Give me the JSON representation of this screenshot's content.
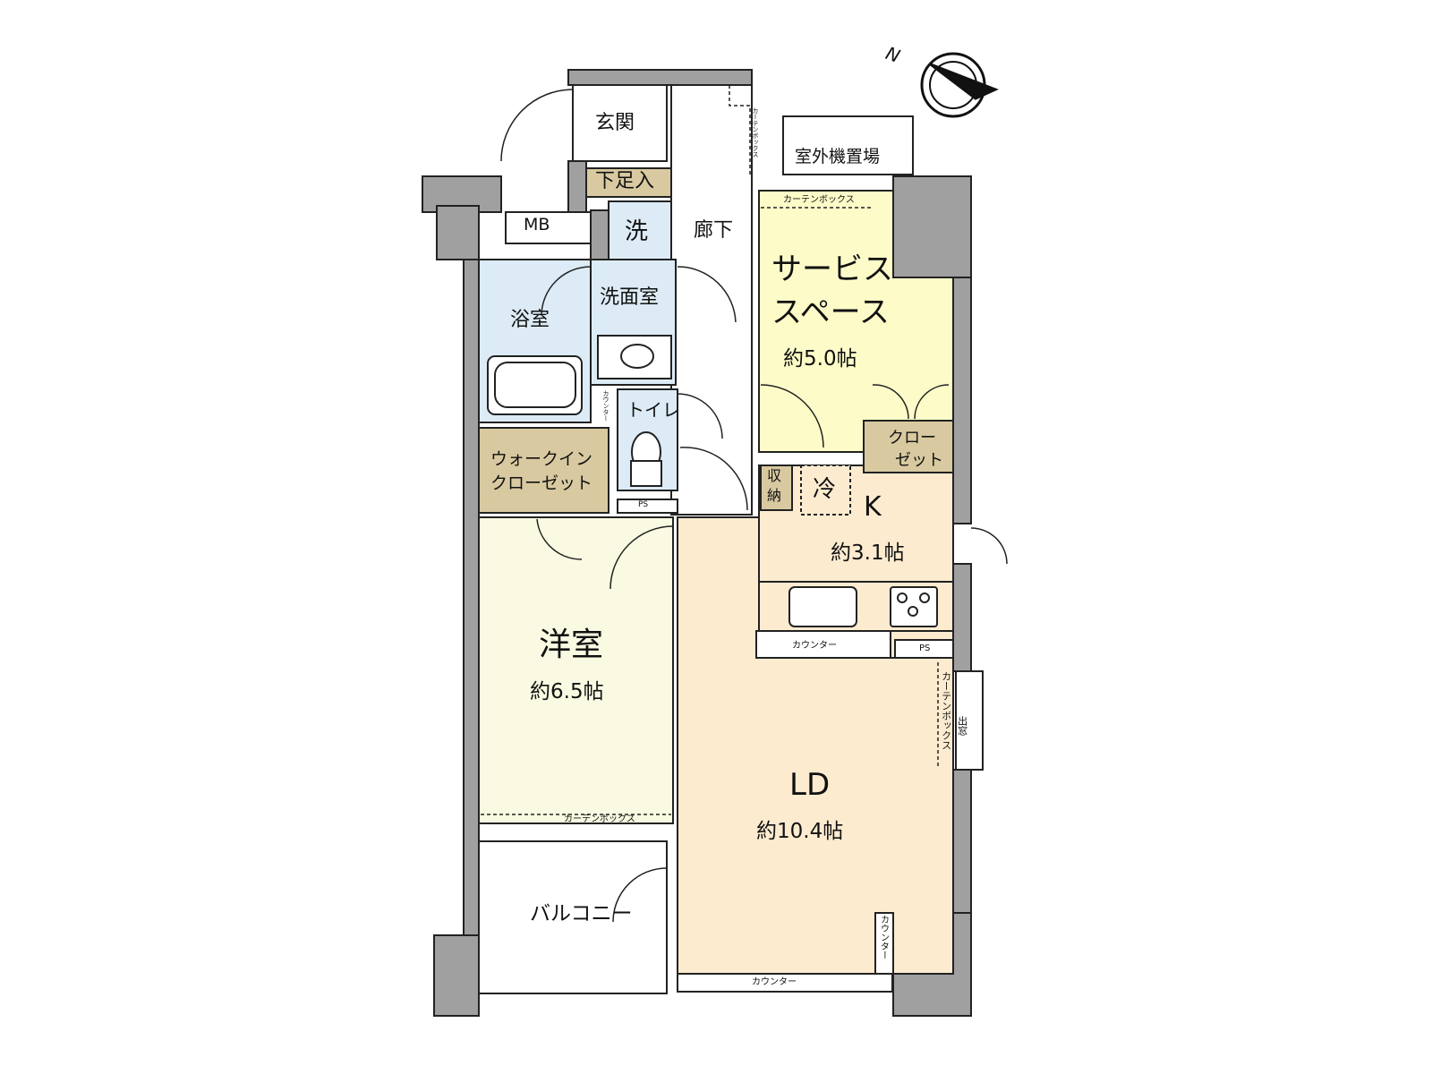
{
  "colors": {
    "wall": "#a0a0a0",
    "water": "#dcebf5",
    "storage": "#d8c9a0",
    "bedroom": "#fafae2",
    "service": "#fdfcc8",
    "living": "#fdebd0"
  },
  "rooms": {
    "genkan": "玄関",
    "shoe": "下足入",
    "mb": "MB",
    "wash": "洗",
    "corridor": "廊下",
    "bath": "浴室",
    "washroom": "洗面室",
    "toilet": "トイレ",
    "wic1": "ウォークイン",
    "wic2": "クローゼット",
    "service1": "サービス",
    "service2": "スペース",
    "service_size": "約5.0帖",
    "closet1": "クロー",
    "closet2": "ゼット",
    "storage1": "収",
    "storage2": "納",
    "fridge": "冷",
    "k": "K",
    "k_size": "約3.1帖",
    "western": "洋室",
    "western_size": "約6.5帖",
    "ld": "LD",
    "ld_size": "約10.4帖",
    "balcony": "バルコニー",
    "outdoor_unit": "室外機置場"
  },
  "labels": {
    "curtain_box": "カーテンボックス",
    "counter": "カウンター",
    "ps": "PS",
    "bay_window": "出窓",
    "compass_n": "N"
  },
  "icons": [
    "compass-icon",
    "sink-icon",
    "stove-icon",
    "bathtub-icon",
    "toilet-icon",
    "washbasin-icon"
  ]
}
